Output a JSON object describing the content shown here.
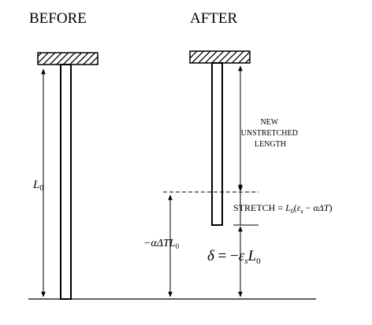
{
  "titles": {
    "before": "BEFORE",
    "after": "AFTER"
  },
  "labels": {
    "original_length": {
      "symbol": "L",
      "subscript": "0"
    },
    "new_length": [
      "NEW",
      "UNSTRETCHED",
      "LENGTH"
    ],
    "stretch": {
      "prefix": "STRETCH = ",
      "symbol": "L",
      "subscript": "0",
      "open": "(",
      "epsilon": "ε",
      "eps_sub": "s",
      "minus": " − ",
      "alpha_dt": "αΔT",
      "close": ")"
    },
    "thermal": {
      "text": "−αΔTL",
      "subscript": "0"
    },
    "delta": {
      "delta": "δ",
      "equals": " = −",
      "epsilon": "ε",
      "eps_sub": "s",
      "symbol": "L",
      "subscript": "0"
    }
  }
}
